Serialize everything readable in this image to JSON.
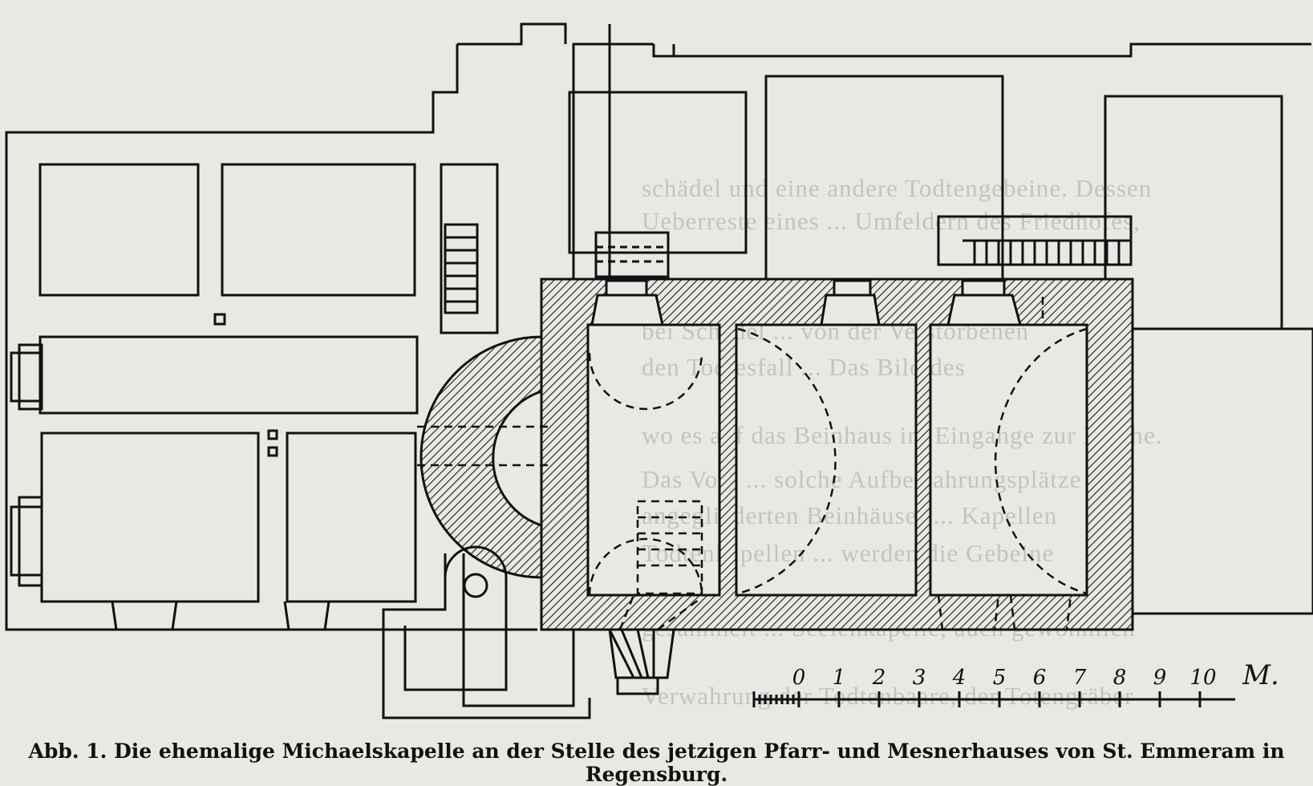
{
  "figure": {
    "caption": "Abb. 1.  Die ehemalige Michaelskapelle an der Stelle des jetzigen Pfarr- und Mesnerhauses von St. Emmeram in Regensburg.",
    "scale": {
      "labels": [
        "0",
        "1",
        "2",
        "3",
        "4",
        "5",
        "6",
        "7",
        "8",
        "9",
        "10",
        "M."
      ]
    }
  },
  "background_text": {
    "lines": [
      "schädel und eine andere Todtengebeine. Dessen",
      "Ueberreste eines ... Umfeldern des Friedhofes,",
      "bei Schädel ... von der Verstorbenen",
      "den Todtesfall ... Das Bild des",
      "wo es auf das Beinhaus im Eingange zur Kirche.",
      "Das Volk ... solche Aufbewahrungsplätze",
      "angegliederten Beinhäuser ... Kapellen",
      "Todtenkapellen ... werden die Gebeine",
      "gesammelt ... Seelenkapelle, auch gewöhnlich",
      "Verwahrung der Todtenbaare, der Totengräber"
    ]
  },
  "colors": {
    "paper": "#e9e8e4",
    "ink": "#111111",
    "hatch": "#1a1a1a",
    "bg_text": "#c4c3c0"
  }
}
